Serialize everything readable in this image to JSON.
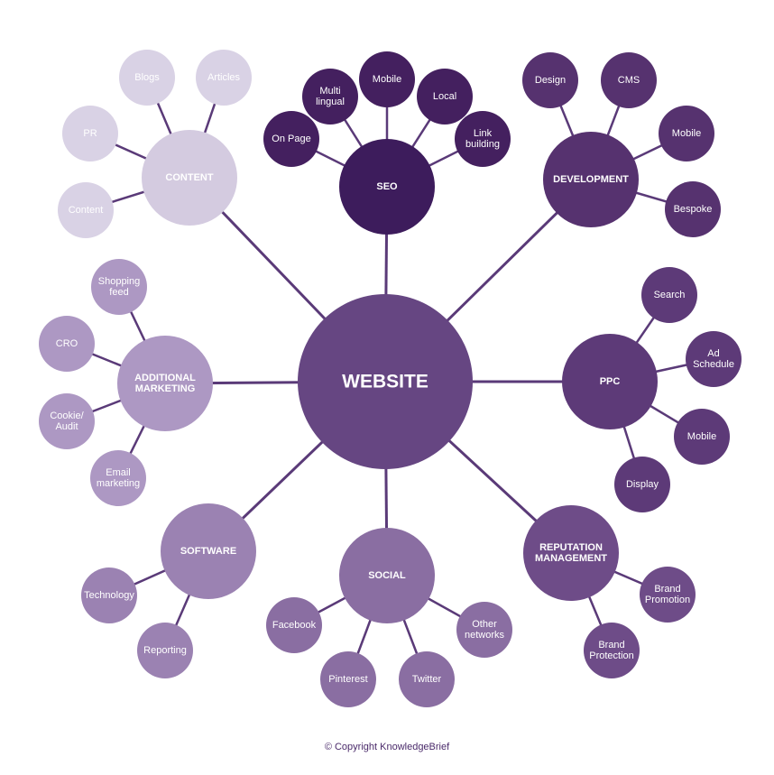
{
  "center": {
    "id": "center",
    "label": "WEBSITE",
    "color": "#664682"
  },
  "branches": [
    {
      "id": "content",
      "label": "CONTENT",
      "color": "#d4cbe0",
      "children": [
        {
          "id": "blogs",
          "label": "Blogs",
          "color": "#d9d2e5"
        },
        {
          "id": "articles",
          "label": "Articles",
          "color": "#d9d2e5"
        },
        {
          "id": "pr",
          "label": "PR",
          "color": "#d9d2e5"
        },
        {
          "id": "content-item",
          "label": "Content",
          "color": "#d9d2e5"
        }
      ]
    },
    {
      "id": "seo",
      "label": "SEO",
      "color": "#3d1c5c",
      "children": [
        {
          "id": "multilingual",
          "label": "Multi\nlingual",
          "color": "#44205f"
        },
        {
          "id": "seo-mobile",
          "label": "Mobile",
          "color": "#44205f"
        },
        {
          "id": "local",
          "label": "Local",
          "color": "#44205f"
        },
        {
          "id": "onpage",
          "label": "On Page",
          "color": "#44205f"
        },
        {
          "id": "linkbuilding",
          "label": "Link\nbuilding",
          "color": "#44205f"
        }
      ]
    },
    {
      "id": "development",
      "label": "DEVELOPMENT",
      "color": "#56326f",
      "children": [
        {
          "id": "design",
          "label": "Design",
          "color": "#56326f"
        },
        {
          "id": "cms",
          "label": "CMS",
          "color": "#56326f"
        },
        {
          "id": "dev-mobile",
          "label": "Mobile",
          "color": "#56326f"
        },
        {
          "id": "bespoke",
          "label": "Bespoke",
          "color": "#56326f"
        }
      ]
    },
    {
      "id": "ppc",
      "label": "PPC",
      "color": "#5d3a78",
      "children": [
        {
          "id": "search",
          "label": "Search",
          "color": "#5d3a78"
        },
        {
          "id": "adschedule",
          "label": "Ad\nSchedule",
          "color": "#5d3a78"
        },
        {
          "id": "ppc-mobile",
          "label": "Mobile",
          "color": "#5d3a78"
        },
        {
          "id": "display",
          "label": "Display",
          "color": "#5d3a78"
        }
      ]
    },
    {
      "id": "reputation",
      "label": "REPUTATION\nMANAGEMENT",
      "color": "#6e4c88",
      "children": [
        {
          "id": "brandpromotion",
          "label": "Brand\nPromotion",
          "color": "#6e4c88"
        },
        {
          "id": "brandprotection",
          "label": "Brand\nProtection",
          "color": "#6e4c88"
        }
      ]
    },
    {
      "id": "social",
      "label": "SOCIAL",
      "color": "#8a6ea2",
      "children": [
        {
          "id": "facebook",
          "label": "Facebook",
          "color": "#8a6ea2"
        },
        {
          "id": "pinterest",
          "label": "Pinterest",
          "color": "#8a6ea2"
        },
        {
          "id": "twitter",
          "label": "Twitter",
          "color": "#8a6ea2"
        },
        {
          "id": "othernetworks",
          "label": "Other\nnetworks",
          "color": "#8a6ea2"
        }
      ]
    },
    {
      "id": "software",
      "label": "SOFTWARE",
      "color": "#9b82b2",
      "children": [
        {
          "id": "technology",
          "label": "Technology",
          "color": "#9b82b2"
        },
        {
          "id": "reporting",
          "label": "Reporting",
          "color": "#9b82b2"
        }
      ]
    },
    {
      "id": "additional",
      "label": "ADDITIONAL\nMARKETING",
      "color": "#ad98c3",
      "children": [
        {
          "id": "shoppingfeed",
          "label": "Shopping\nfeed",
          "color": "#ad98c3"
        },
        {
          "id": "cro",
          "label": "CRO",
          "color": "#ad98c3"
        },
        {
          "id": "cookieaudit",
          "label": "Cookie/\nAudit",
          "color": "#ad98c3"
        },
        {
          "id": "emailmarketing",
          "label": "Email\nmarketing",
          "color": "#ad98c3"
        }
      ]
    }
  ],
  "line_color": "#5a3a78",
  "copyright": "© Copyright KnowledgeBrief"
}
